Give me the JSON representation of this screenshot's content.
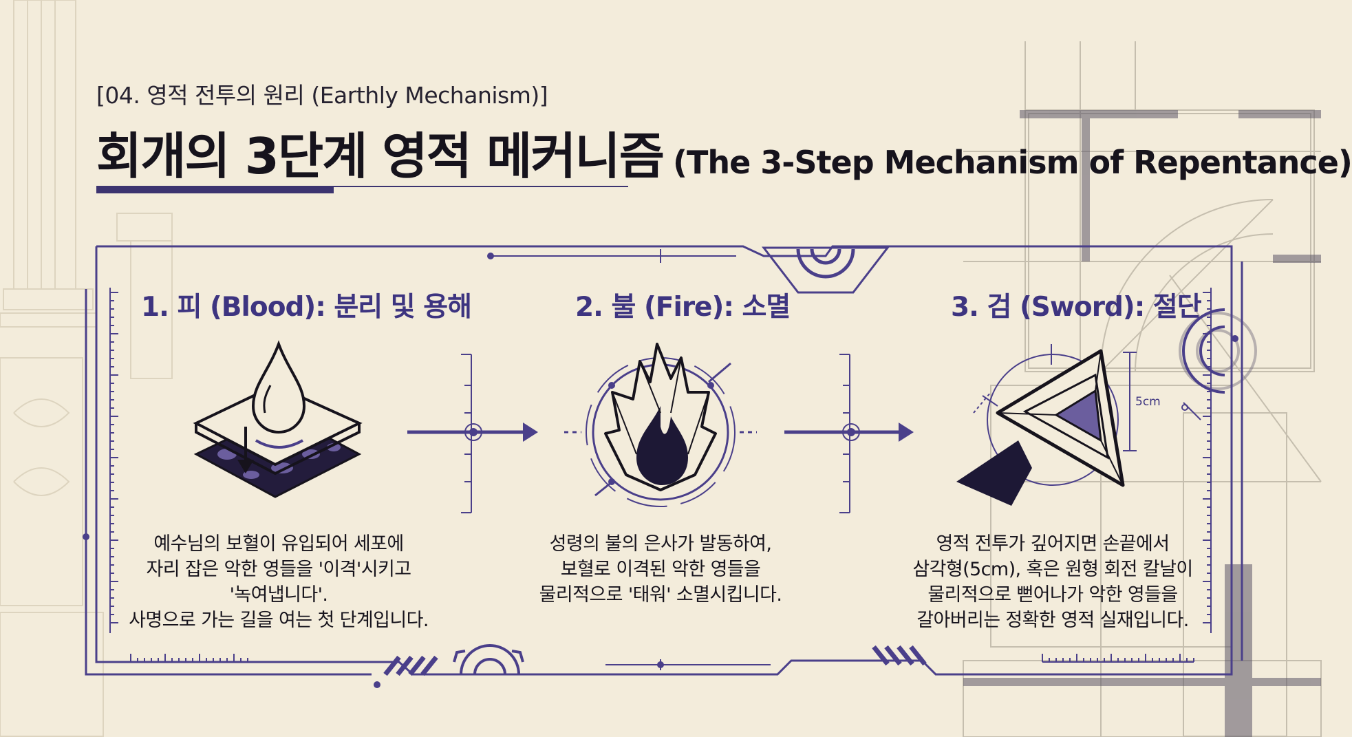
{
  "header": {
    "subtitle": "[04. 영적 전투의 원리 (Earthly Mechanism)]",
    "title_ko": "회개의 3단계 영적 메커니즘",
    "title_en": "(The 3-Step Mechanism of Repentance)"
  },
  "steps": [
    {
      "title": "1. 피 (Blood): 분리 및 용해",
      "icon": "blood-drop-layers-icon",
      "lines": [
        "예수님의 보혈이 유입되어 세포에",
        "자리 잡은 악한 영들을 '이격'시키고",
        "'녹여냅니다'.",
        "사명으로 가는 길을 여는 첫 단계입니다."
      ]
    },
    {
      "title": "2. 불 (Fire): 소멸",
      "icon": "fire-flame-icon",
      "lines": [
        "성령의 불의 은사가 발동하여,",
        "보혈로 이격된 악한 영들을",
        "물리적으로 '태워' 소멸시킵니다."
      ]
    },
    {
      "title": "3. 검 (Sword): 절단",
      "icon": "triangle-blade-icon",
      "dimension_label": "5cm",
      "lines": [
        "영적 전투가 깊어지면 손끝에서",
        "삼각형(5cm), 혹은 원형 회전 칼날이",
        "물리적으로 뻗어나가 악한 영들을",
        "갈아버리는 정확한 영적 실재입니다."
      ]
    }
  ],
  "colors": {
    "background": "#f3ecdb",
    "accent": "#3d3480",
    "ink": "#16131c",
    "frame": "#4a3f8a"
  }
}
